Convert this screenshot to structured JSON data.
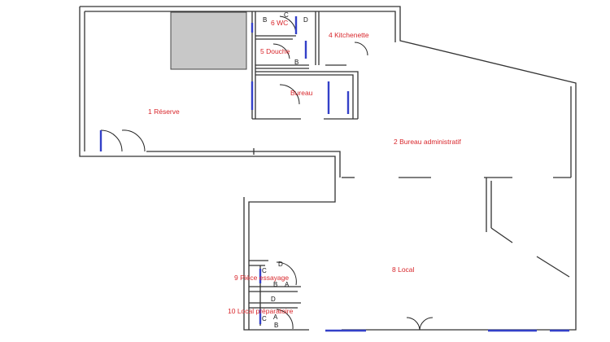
{
  "colors": {
    "label": "#d8262b",
    "wall": "#333333",
    "window": "#3340c8",
    "hatch": "#c8c8c8"
  },
  "rooms": [
    {
      "id": "reserve",
      "label": "1 Réserve"
    },
    {
      "id": "bureau_admin",
      "label": "2 Bureau administratif"
    },
    {
      "id": "kitchenette",
      "label": "4 Kitchenette"
    },
    {
      "id": "douche",
      "label": "5 Douche"
    },
    {
      "id": "wc",
      "label": "6 WC"
    },
    {
      "id": "bureau",
      "label": "Bureau"
    },
    {
      "id": "local",
      "label": "8 Local"
    },
    {
      "id": "piece_essayage",
      "label": "9 Pièce essayage"
    },
    {
      "id": "local_preparatoire",
      "label": "10 Local préparatoire"
    }
  ],
  "door_tags": [
    "A",
    "B",
    "C",
    "D"
  ]
}
